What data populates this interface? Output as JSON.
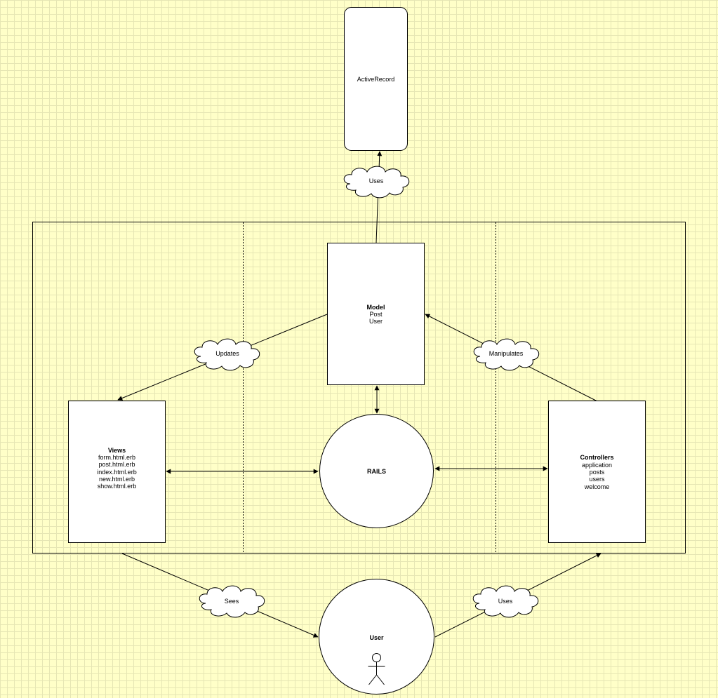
{
  "nodes": {
    "activerecord": {
      "label": "ActiveRecord"
    },
    "model": {
      "title": "Model",
      "items": [
        "Post",
        "User"
      ]
    },
    "views": {
      "title": "Views",
      "items": [
        "form.html.erb",
        "post.html.erb",
        "index.html.erb",
        "new.html.erb",
        "show.html.erb"
      ]
    },
    "controllers": {
      "title": "Controllers",
      "items": [
        "application",
        "posts",
        "users",
        "welcome"
      ]
    },
    "rails": {
      "label": "RAILS"
    },
    "user": {
      "label": "User"
    }
  },
  "edges": {
    "model_uses_activerecord": "Uses",
    "model_updates_views": "Updates",
    "controllers_manipulate_model": "Manipulates",
    "views_seen_by_user": "Sees",
    "user_uses_controllers": "Uses"
  },
  "colors": {
    "background": "#ffffc8",
    "grid": "#e6e6b4",
    "shape_fill": "#ffffff",
    "stroke": "#000000"
  }
}
